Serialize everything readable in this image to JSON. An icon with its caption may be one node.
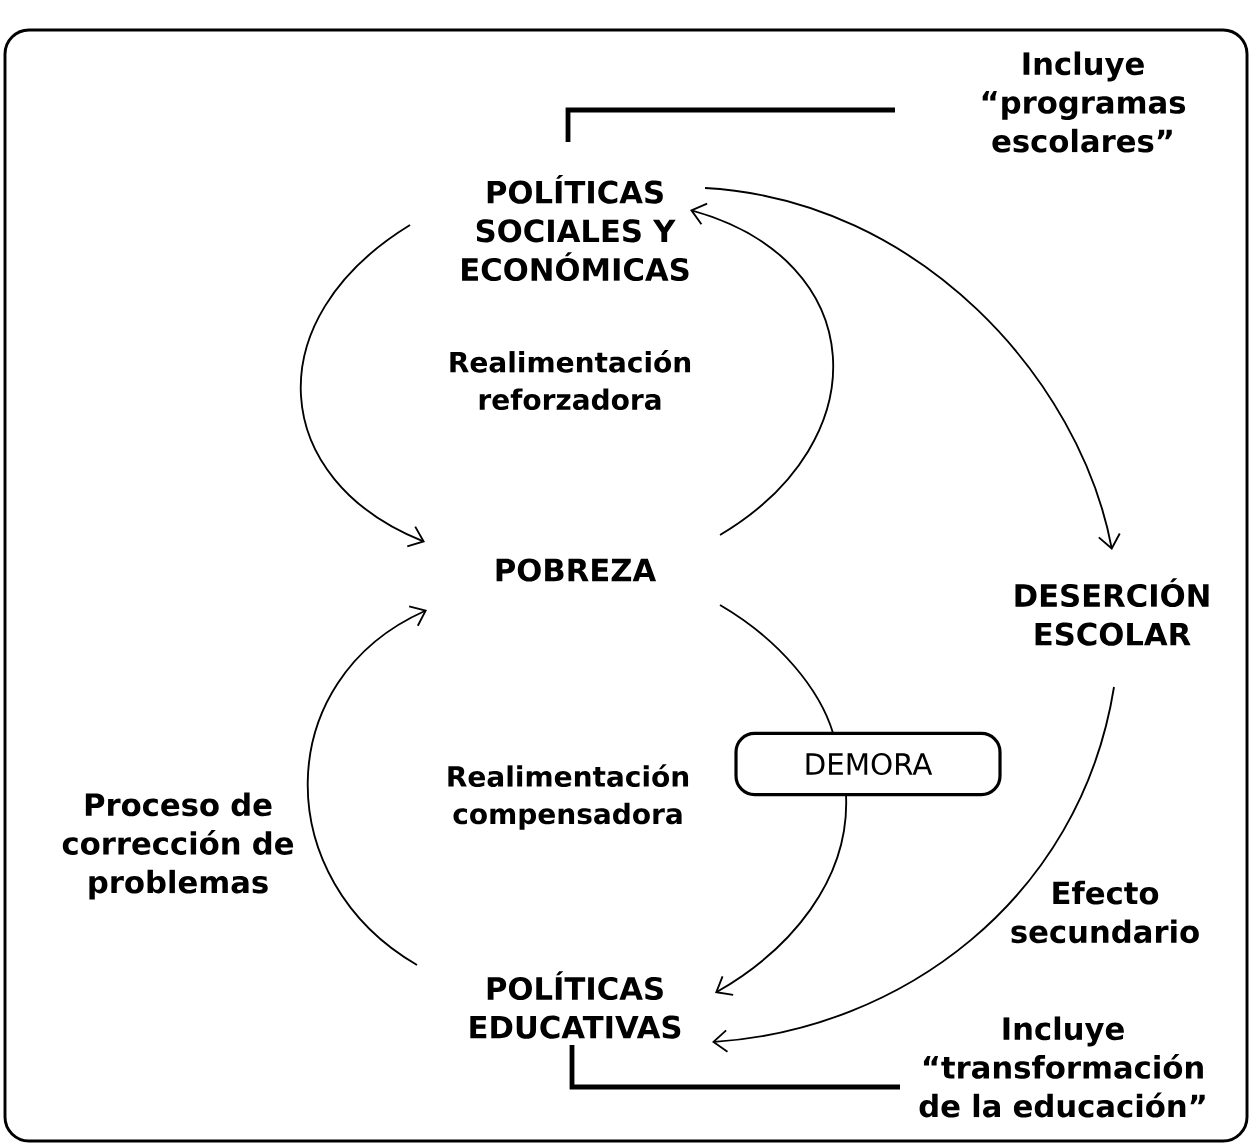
{
  "diagram": {
    "nodes": [
      {
        "text": [
          "POLÍTICAS SOCIALES Y ECONÓMICAS"
        ]
      },
      {
        "text": [
          "POBREZA"
        ]
      },
      {
        "text": [
          "DESERCIÓN ESCOLAR"
        ]
      },
      {
        "text": [
          "POLÍTICAS EDUCATIVAS"
        ]
      },
      {
        "text": [
          "DEMORA"
        ]
      },
      {
        "text": [
          "Incluye “programas escolares”"
        ]
      },
      {
        "text": [
          "Incluye “transformación de la educación”"
        ]
      }
    ],
    "edges": [
      {
        "from": 0,
        "to": 1,
        "arrow": "to"
      },
      {
        "from": 1,
        "to": 0,
        "arrow": "to"
      },
      {
        "from": 0,
        "to": 2,
        "arrow": "to"
      },
      {
        "from": 1,
        "to": 4,
        "arrow": "none"
      },
      {
        "from": 4,
        "to": 3,
        "arrow": "to"
      },
      {
        "from": 2,
        "to": 3,
        "arrow": "to",
        "label": "Efecto secundario"
      },
      {
        "from": 3,
        "to": 1,
        "arrow": "to",
        "label": "Proceso de corrección de problemas"
      },
      {
        "from": 5,
        "to": 0,
        "arrow": "none",
        "style": "thick"
      },
      {
        "from": 6,
        "to": 3,
        "arrow": "none",
        "style": "thick"
      }
    ],
    "labels": [
      "Realimentación reforzadora",
      "Realimentación compensadora"
    ]
  }
}
